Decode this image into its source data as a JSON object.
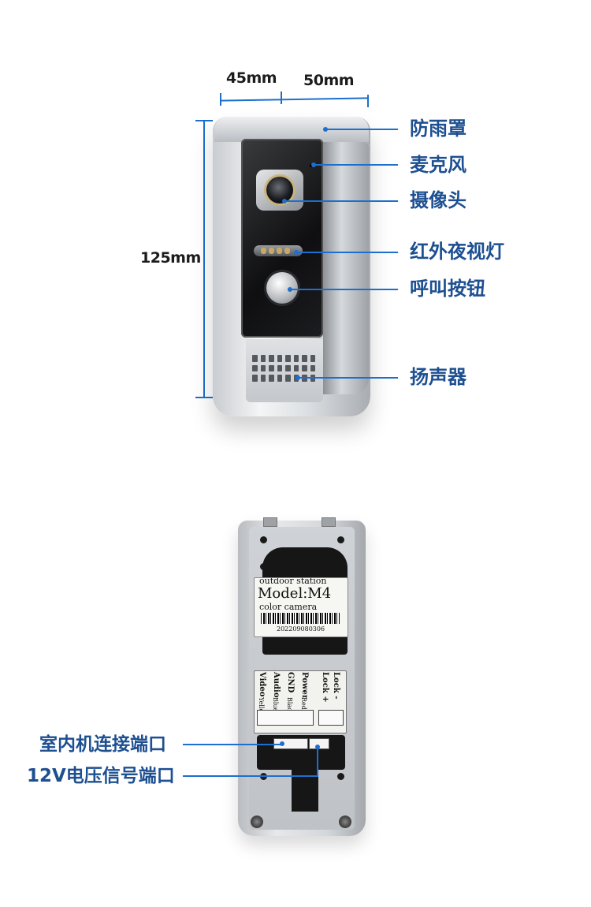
{
  "dimensions": {
    "depth_left": "45mm",
    "width_right": "50mm",
    "height": "125mm"
  },
  "front_callouts": [
    {
      "label": "防雨罩"
    },
    {
      "label": "麦克风"
    },
    {
      "label": "摄像头"
    },
    {
      "label": "红外夜视灯"
    },
    {
      "label": "呼叫按钮"
    },
    {
      "label": "扬声器"
    }
  ],
  "back_label": {
    "line1": "outdoor station",
    "model": "Model:M4",
    "line3": "color camera",
    "serial": "202209080306"
  },
  "terminals": {
    "names": [
      "Video",
      "Audio",
      "GND",
      "Power"
    ],
    "colors": [
      "Yellow",
      "Blue",
      "Black",
      "Red"
    ],
    "lock_minus": "Lock -",
    "lock_plus": "Lock +"
  },
  "back_callouts": [
    {
      "label": "室内机连接端口"
    },
    {
      "label": "12V电压信号端口"
    }
  ],
  "accent_color": "#1d6fcf",
  "text_color": "#1d4f91"
}
